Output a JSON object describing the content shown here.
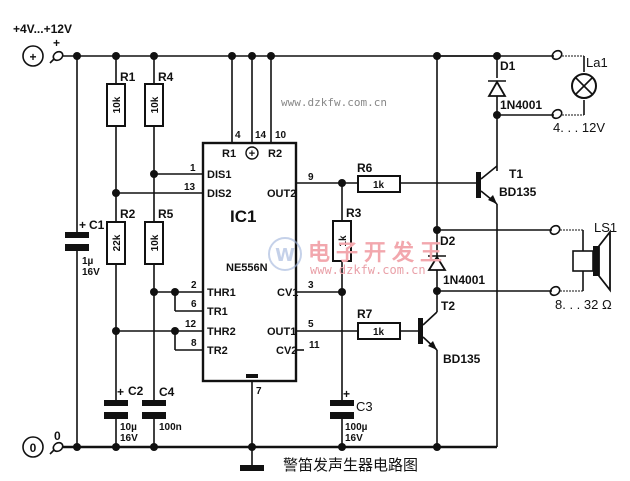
{
  "title": "警笛发声生器电路图",
  "watermark": {
    "url_top": "www.dzkfw.com.cn",
    "url_center": "www.dzkfw.com.cn",
    "brand": "电子开发王",
    "logo_letter": "W"
  },
  "supply": {
    "label": "+4V...+12V",
    "plus": "+",
    "terminal_symbol": "+"
  },
  "ground": {
    "label": "0",
    "terminal_symbol": "0"
  },
  "ic": {
    "ref": "IC1",
    "part": "NE556N",
    "pins": {
      "r1": "R1",
      "r2": "R2",
      "vcc_symbol": "+",
      "dis1": "DIS1",
      "dis2": "DIS2",
      "thr1": "THR1",
      "tr1": "TR1",
      "thr2": "THR2",
      "tr2": "TR2",
      "out2": "OUT2",
      "cv1": "CV1",
      "out1": "OUT1",
      "cv2": "CV2"
    },
    "pin_numbers": {
      "p4": "4",
      "p14": "14",
      "p10": "10",
      "p1": "1",
      "p13": "13",
      "p2": "2",
      "p6": "6",
      "p12": "12",
      "p8": "8",
      "p9": "9",
      "p3": "3",
      "p5": "5",
      "p11": "11",
      "p7": "7"
    }
  },
  "resistors": [
    {
      "ref": "R1",
      "value": "10k"
    },
    {
      "ref": "R4",
      "value": "10k"
    },
    {
      "ref": "R2",
      "value": "22k"
    },
    {
      "ref": "R5",
      "value": "10k"
    },
    {
      "ref": "R3",
      "value": "1k"
    },
    {
      "ref": "R6",
      "value": "1k"
    },
    {
      "ref": "R7",
      "value": "1k"
    }
  ],
  "capacitors": [
    {
      "ref": "C1",
      "value": "1µ",
      "voltage": "16V",
      "polarity": "+"
    },
    {
      "ref": "C2",
      "value": "10µ",
      "voltage": "16V",
      "polarity": "+"
    },
    {
      "ref": "C4",
      "value": "100n"
    },
    {
      "ref": "C3",
      "value": "100µ",
      "voltage": "16V",
      "polarity": "+"
    }
  ],
  "diodes": [
    {
      "ref": "D1",
      "part": "1N4001"
    },
    {
      "ref": "D2",
      "part": "1N4001"
    }
  ],
  "transistors": [
    {
      "ref": "T1",
      "part": "BD135"
    },
    {
      "ref": "T2",
      "part": "BD135"
    }
  ],
  "lamp": {
    "ref": "La1",
    "rating": "4. . . 12V"
  },
  "speaker": {
    "ref": "LS1",
    "rating": "8. . . 32 Ω"
  }
}
